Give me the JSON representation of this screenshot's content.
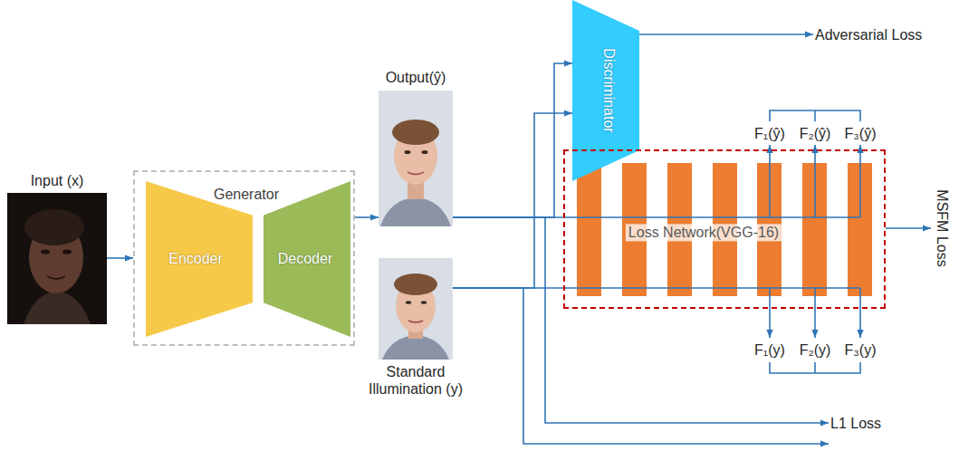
{
  "diagram": {
    "nodes": [
      {
        "text": [
          "Input (x)"
        ]
      },
      {
        "text": [
          "Generator"
        ]
      },
      {
        "text": [
          "Encoder"
        ],
        "in": 1
      },
      {
        "text": [
          "Decoder"
        ],
        "in": 1
      },
      {
        "text": [
          "Output(ŷ)"
        ]
      },
      {
        "text": [
          "Standard Illumination (y)"
        ]
      },
      {
        "text": [
          "Discriminator"
        ]
      },
      {
        "text": [
          "Adversarial Loss"
        ]
      },
      {
        "text": [
          "Loss Network(VGG-16)"
        ]
      },
      {
        "text": [
          "MSFM Loss"
        ]
      },
      {
        "text": [
          "L1 Loss"
        ]
      }
    ],
    "edges": [
      {
        "from": 0,
        "to": 1,
        "arrow": "to"
      },
      {
        "from": 1,
        "to": 4,
        "arrow": "to"
      },
      {
        "from": 4,
        "to": 6,
        "arrow": "to"
      },
      {
        "from": 5,
        "to": 6,
        "arrow": "to"
      },
      {
        "from": 4,
        "to": 10,
        "arrow": "to"
      },
      {
        "from": 5,
        "to": 10,
        "arrow": "to"
      },
      {
        "from": 4,
        "to": 8,
        "arrow": "none"
      },
      {
        "from": 5,
        "to": 8,
        "arrow": "none"
      },
      {
        "from": 6,
        "to": 7,
        "arrow": "to"
      },
      {
        "from": 8,
        "to": 9,
        "arrow": "to"
      }
    ],
    "labels": [
      "F₁(ŷ)",
      "F₂(ŷ)",
      "F₃(ŷ)",
      "F₁(y)",
      "F₂(y)",
      "F₃(y)"
    ]
  }
}
